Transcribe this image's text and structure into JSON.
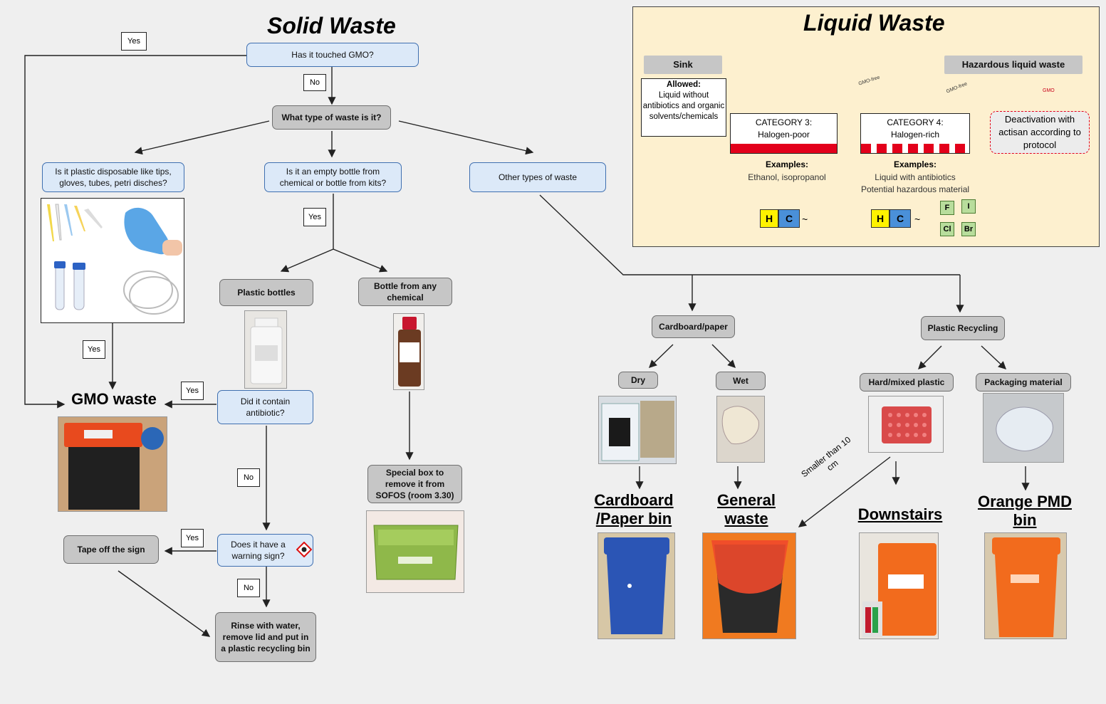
{
  "solid": {
    "title": "Solid Waste",
    "q_gmo": "Has it touched GMO?",
    "q_type": "What type of waste is it?",
    "q_plastic": "Is it plastic disposable like tips, gloves, tubes, petri disches?",
    "q_bottle": "Is it an empty bottle from chemical or bottle from kits?",
    "other": "Other types of waste",
    "plastic_bottles": "Plastic bottles",
    "chem_bottle": "Bottle from any chemical",
    "special_box": "Special box to remove it from SOFOS (room 3.30)",
    "q_antibiotic": "Did it contain antibiotic?",
    "q_warning": "Does it have a warning sign?",
    "tape": "Tape off the sign",
    "rinse": "Rinse with water, remove lid and put in a plastic recycling bin",
    "gmo_waste": "GMO waste",
    "yes": "Yes",
    "no": "No"
  },
  "other_types": {
    "cardboard": "Cardboard/paper",
    "plastic_recycling": "Plastic Recycling",
    "dry": "Dry",
    "wet": "Wet",
    "hard_plastic": "Hard/mixed plastic",
    "packaging": "Packaging material",
    "bin_cardboard": "Cardboard /Paper bin",
    "bin_general": "General waste",
    "bin_downstairs": "Downstairs",
    "bin_pmd": "Orange PMD bin",
    "smaller": "Smaller than 10 cm"
  },
  "liquid": {
    "title": "Liquid Waste",
    "sink": "Sink",
    "allowed_head": "Allowed:",
    "allowed_body": "Liquid without antibiotics and organic solvents/chemicals",
    "hazardous": "Hazardous liquid waste",
    "gmo_free_1": "GMO-free",
    "gmo_free_2": "GMO-free",
    "gmo": "GMO",
    "cat3": "CATEGORY 3: Halogen-poor",
    "cat4": "CATEGORY 4: Halogen-rich",
    "deactivation": "Deactivation with actisan according to protocol",
    "examples_label": "Examples:",
    "cat3_examples": "Ethanol, isopropanol",
    "cat4_examples_1": "Liquid with antibiotics",
    "cat4_examples_2": "Potential hazardous material",
    "h": "H",
    "c": "C",
    "tilde": "~",
    "elements": [
      "F",
      "I",
      "Cl",
      "Br"
    ]
  },
  "colors": {
    "background": "#efefef",
    "liquid_panel": "#fdf0cf",
    "question_fill": "#dce9f8",
    "question_border": "#3f6fb0",
    "step_fill": "#c6c6c6",
    "category_red": "#e3001b",
    "hydrogen": "#fff200",
    "carbon": "#4a90d9",
    "halogen": "#b8dd9c",
    "bin_blue": "#2b55b5",
    "bin_orange": "#f26b1d"
  }
}
